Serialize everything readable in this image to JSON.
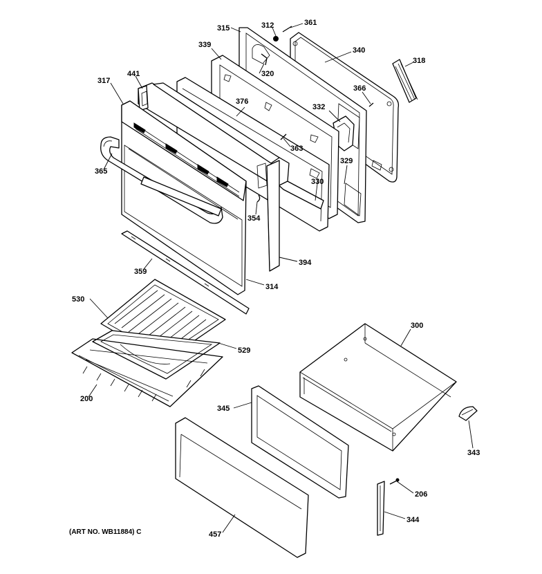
{
  "diagram": {
    "art_number": "(ART NO. WB11884) C",
    "labels": {
      "p312": "312",
      "p361": "361",
      "p315": "315",
      "p339": "339",
      "p340": "340",
      "p318": "318",
      "p320": "320",
      "p441": "441",
      "p317": "317",
      "p366": "366",
      "p376": "376",
      "p332": "332",
      "p363": "363",
      "p365": "365",
      "p329": "329",
      "p330": "330",
      "p354": "354",
      "p394": "394",
      "p359": "359",
      "p314": "314",
      "p530": "530",
      "p300": "300",
      "p529": "529",
      "p200": "200",
      "p345": "345",
      "p343": "343",
      "p206": "206",
      "p344": "344",
      "p457": "457"
    }
  }
}
